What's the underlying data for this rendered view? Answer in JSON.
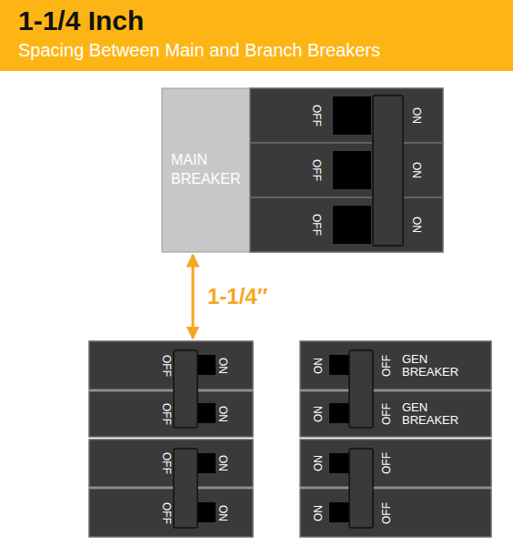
{
  "diagram": {
    "title": "1-1/4 Inch",
    "nodes": [
      {
        "text": [
          "MAIN BREAKER"
        ]
      },
      {
        "text": [
          "OFF",
          "ON"
        ]
      },
      {
        "text": [
          "OFF",
          "ON"
        ]
      },
      {
        "text": [
          "OFF",
          "ON"
        ]
      },
      {
        "text": [
          "OFF",
          "ON"
        ]
      },
      {
        "text": [
          "OFF",
          "ON"
        ]
      },
      {
        "text": [
          "OFF",
          "ON"
        ]
      },
      {
        "text": [
          "OFF",
          "ON"
        ]
      },
      {
        "text": [
          "ON",
          "OFF",
          "GEN BREAKER"
        ]
      },
      {
        "text": [
          "ON",
          "OFF",
          "GEN BREAKER"
        ]
      },
      {
        "text": [
          "ON",
          "OFF"
        ]
      },
      {
        "text": [
          "ON",
          "OFF"
        ]
      }
    ],
    "edges": [
      {
        "from": 0,
        "to": 4,
        "arrow": "both",
        "label": "1-1/4″"
      }
    ],
    "labels": [
      "Spacing Between Main and Branch Breakers"
    ]
  }
}
